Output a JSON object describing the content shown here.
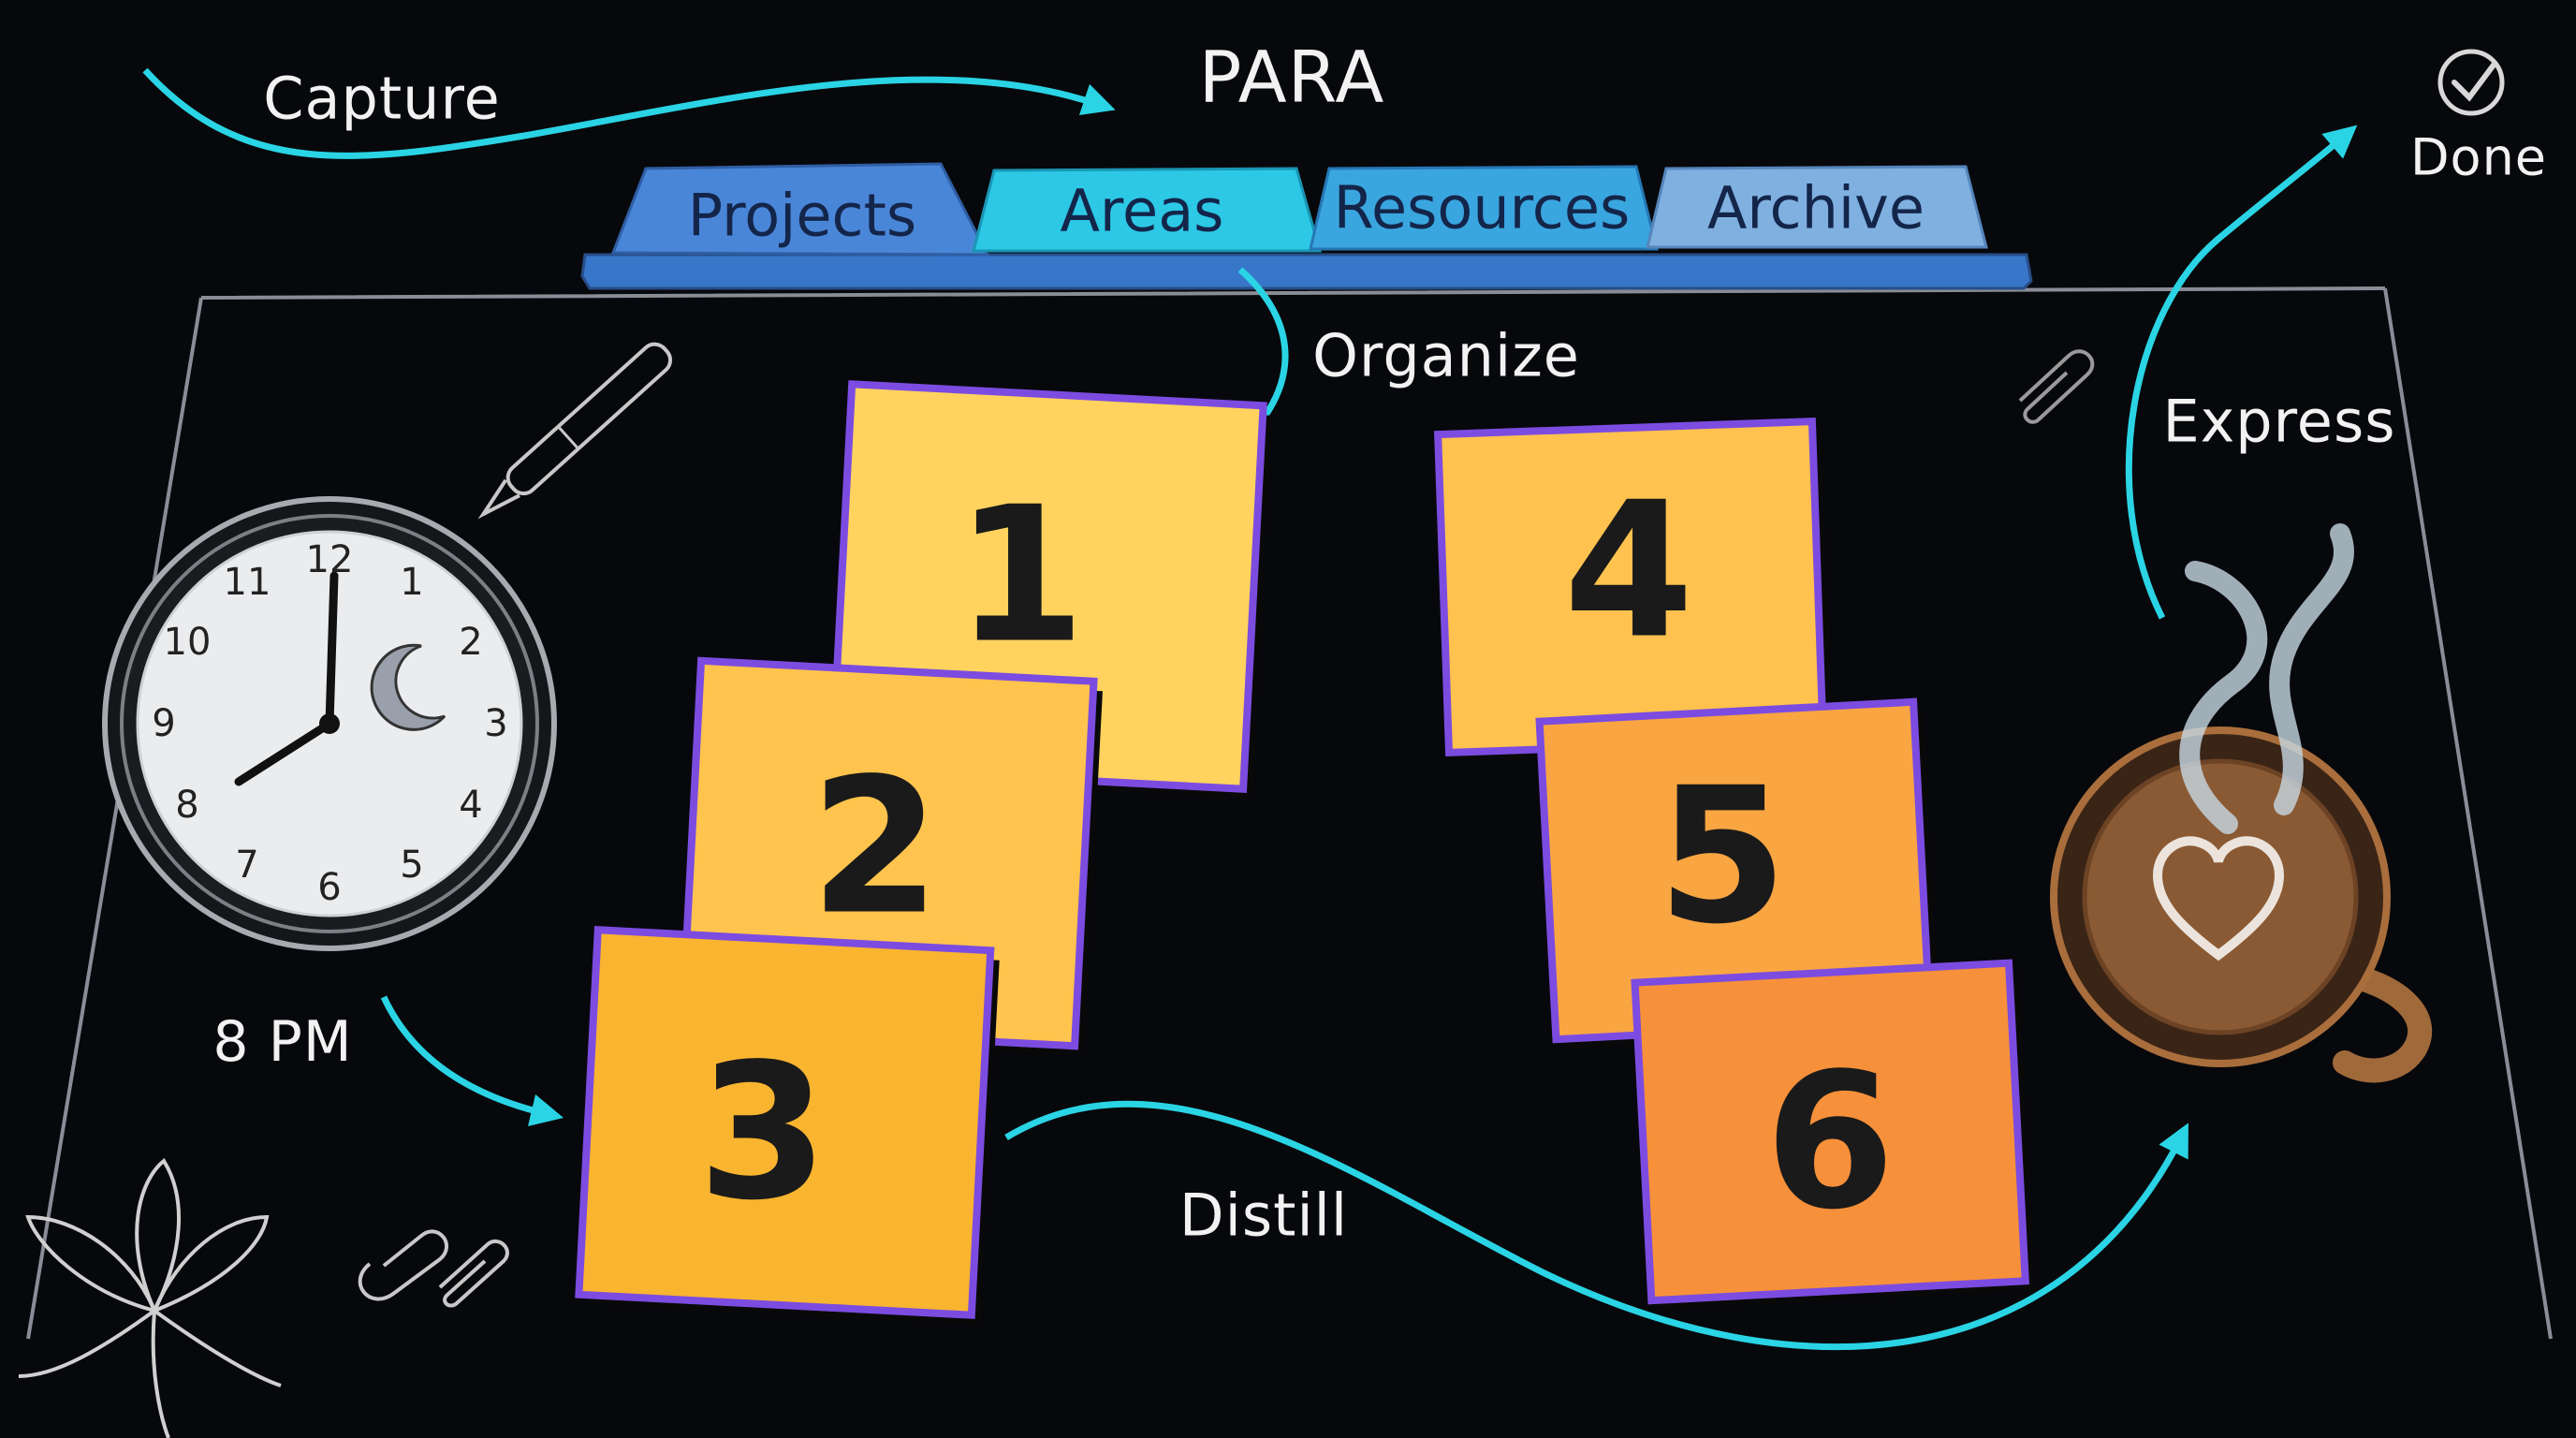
{
  "title": "PARA",
  "tabs": [
    {
      "label": "Projects",
      "color": "#4a86d8"
    },
    {
      "label": "Areas",
      "color": "#2cc8e6"
    },
    {
      "label": "Resources",
      "color": "#3aa6e0"
    },
    {
      "label": "Archive",
      "color": "#7fb0e0"
    }
  ],
  "steps": {
    "capture": "Capture",
    "organize": "Organize",
    "distill": "Distill",
    "express": "Express",
    "done": "Done"
  },
  "clock": {
    "time_label": "8 PM",
    "numbers": [
      "12",
      "1",
      "2",
      "3",
      "4",
      "5",
      "6",
      "7",
      "8",
      "9",
      "10",
      "11"
    ]
  },
  "notes": [
    "1",
    "2",
    "3",
    "4",
    "5",
    "6"
  ],
  "colors": {
    "arrow": "#2ad4e4",
    "note_yellow": "#ffd35e",
    "note_orange": "#f7903a",
    "note_border": "#7c4ce0"
  }
}
